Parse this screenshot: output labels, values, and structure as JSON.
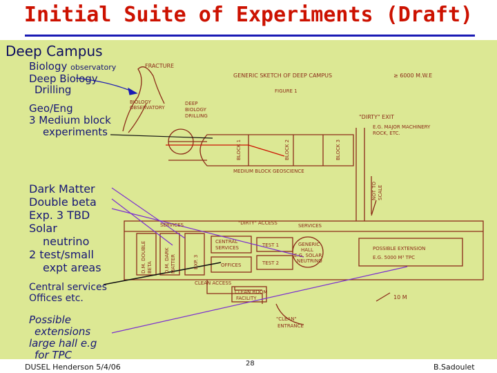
{
  "title": "Initial Suite of Experiments (Draft)",
  "left": {
    "heading": "Deep Campus",
    "biology": {
      "line1": "Biology",
      "small": "observatory",
      "line2": "Deep Biology",
      "line3": "Drilling"
    },
    "geo": [
      "Geo/Eng",
      "3 Medium block",
      "experiments"
    ],
    "dark_matter": [
      "Dark Matter",
      "Double beta",
      "Exp. 3 TBD",
      "Solar",
      "neutrino",
      "2 test/small",
      "expt areas"
    ],
    "central": [
      "Central services",
      "Offices etc."
    ],
    "possible": [
      "Possible",
      "extensions",
      "large hall e.g",
      "for TPC"
    ]
  },
  "sketch": {
    "fracture": "FRACTURE",
    "generic": "GENERIC SKETCH OF DEEP CAMPUS",
    "good": "≥ 6000 M.W.E",
    "figure": "FIGURE 1",
    "bio_obs": [
      "BIOLOGY",
      "OBSERVATORY"
    ],
    "deep_bio": [
      "DEEP",
      "BIOLOGY",
      "DRILLING"
    ],
    "dirty_exit": "\"DIRTY\" EXIT",
    "machinery": [
      "E.G. MAJOR MACHINERY",
      "ROCK, ETC."
    ],
    "block1": "BLOCK 1",
    "block2": "BLOCK 2",
    "block3": "BLOCK 3",
    "medium": "MEDIUM BLOCK GEOSCIENCE",
    "not_scale": [
      "NOT TO",
      "SCALE"
    ],
    "services_l": "SERVICES",
    "dirty_access": "\"DIRTY\" ACCESS",
    "services_r": "SERVICES",
    "dm_beta": [
      "D.M. DOUBLE",
      "BETA"
    ],
    "dm_dark": [
      "D.M. DARK",
      "MATTER"
    ],
    "exp3": "EXP. 3",
    "central": [
      "CENTRAL",
      "SERVICES"
    ],
    "offices": "OFFICES",
    "test1": "TEST 1",
    "test2": "TEST 2",
    "generic_hall": [
      "GENERIC",
      "HALL",
      "E.G. SOLAR",
      "NEUTRINO"
    ],
    "possible_ext": [
      "POSSIBLE EXTENSION",
      "E.G. 5000 M³ TPC"
    ],
    "clean_access": "CLEAN ACCESS",
    "clean_facility": [
      "CLEAN ROOM",
      "FACILITY"
    ],
    "scale": "10 M",
    "clean_entrance": [
      "\"CLEAN\"",
      "ENTRANCE"
    ]
  },
  "footer": {
    "left": "DUSEL Henderson 5/4/06",
    "page": "28",
    "author": "B.Sadoulet"
  }
}
